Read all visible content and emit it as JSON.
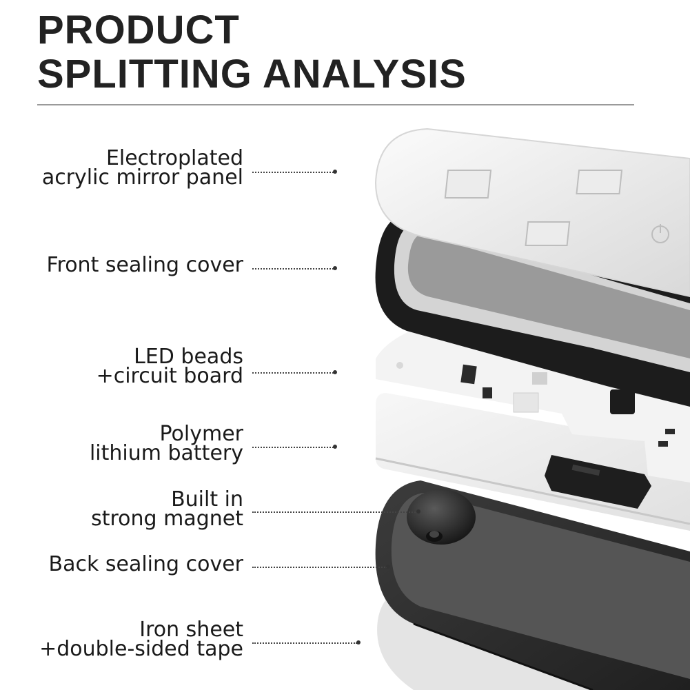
{
  "title": {
    "line1": "PRODUCT",
    "line2": "SPLITTING ANALYSIS"
  },
  "components": [
    {
      "line1": "Electroplated",
      "line2": "acrylic mirror panel"
    },
    {
      "line1": "Front sealing cover",
      "line2": ""
    },
    {
      "line1": "LED beads",
      "line2": "+circuit board"
    },
    {
      "line1": "Polymer",
      "line2": "lithium battery"
    },
    {
      "line1": "Built in",
      "line2": "strong magnet"
    },
    {
      "line1": "Back sealing cover",
      "line2": ""
    },
    {
      "line1": "Iron sheet",
      "line2": "+double-sided tape"
    }
  ],
  "icons": [
    "touch-power-icon",
    "usb-icon"
  ],
  "colors": {
    "title": "#222222",
    "panel": "#e9e9e9",
    "frame": "#1e1e1e",
    "board": "#f2f2f2"
  }
}
